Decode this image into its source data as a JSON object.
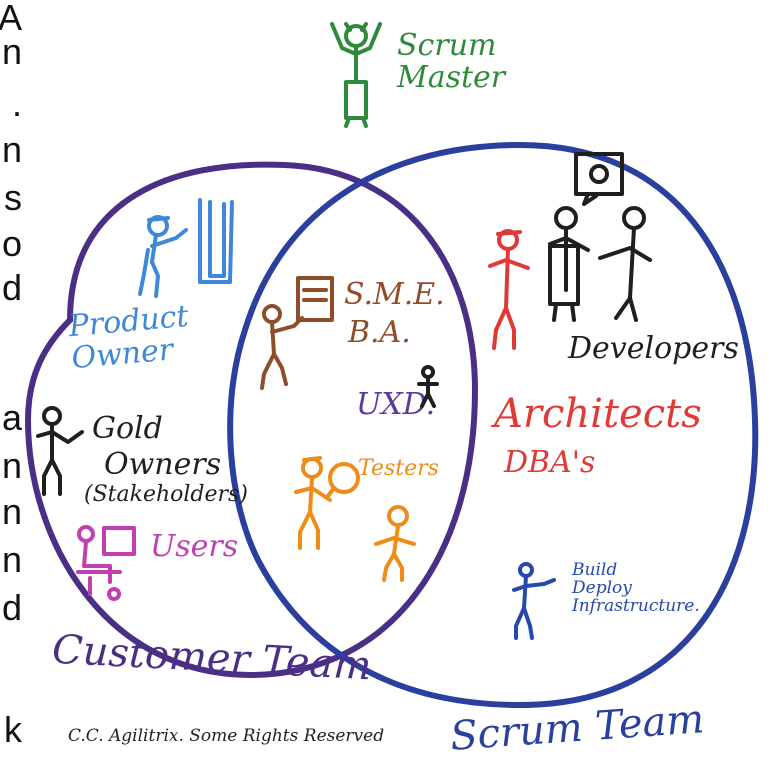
{
  "left_edge_fragments": [
    "A",
    "n",
    ".",
    "n",
    "s",
    "o",
    "d",
    "a",
    "n",
    "n",
    "n",
    "d",
    "k"
  ],
  "roles": {
    "scrum_master": "Scrum\nMaster",
    "product_owner": "Product\nOwner",
    "gold_owners": "Gold",
    "gold_owners_line2": "Owners",
    "stakeholders": "(Stakeholders)",
    "users": "Users",
    "sme": "S.M.E.",
    "ba": "B.A.",
    "uxd": "UXD.",
    "testers": "Testers",
    "developers": "Developers",
    "architects": "Architects",
    "dbas": "DBA's",
    "build": "Build\nDeploy\nInfrastructure."
  },
  "teams": {
    "customer": "Customer Team",
    "scrum": "Scrum Team"
  },
  "credit": "C.C. Agilitrix. Some Rights Reserved",
  "colors": {
    "customer_circle": "#4b2f86",
    "scrum_circle": "#2a3f9e",
    "scrum_master": "#2f8a3c",
    "product_owner": "#3f87d9",
    "gold_owners": "#1f1f1f",
    "gold_highlight": "#f6ea2b",
    "users": "#c13fb0",
    "sme": "#8f4e2a",
    "uxd": "#5d3b9c",
    "testers": "#ef8c17",
    "developers": "#1f1f1f",
    "architects": "#e03a37",
    "build": "#2749ad",
    "credit": "#222222"
  }
}
